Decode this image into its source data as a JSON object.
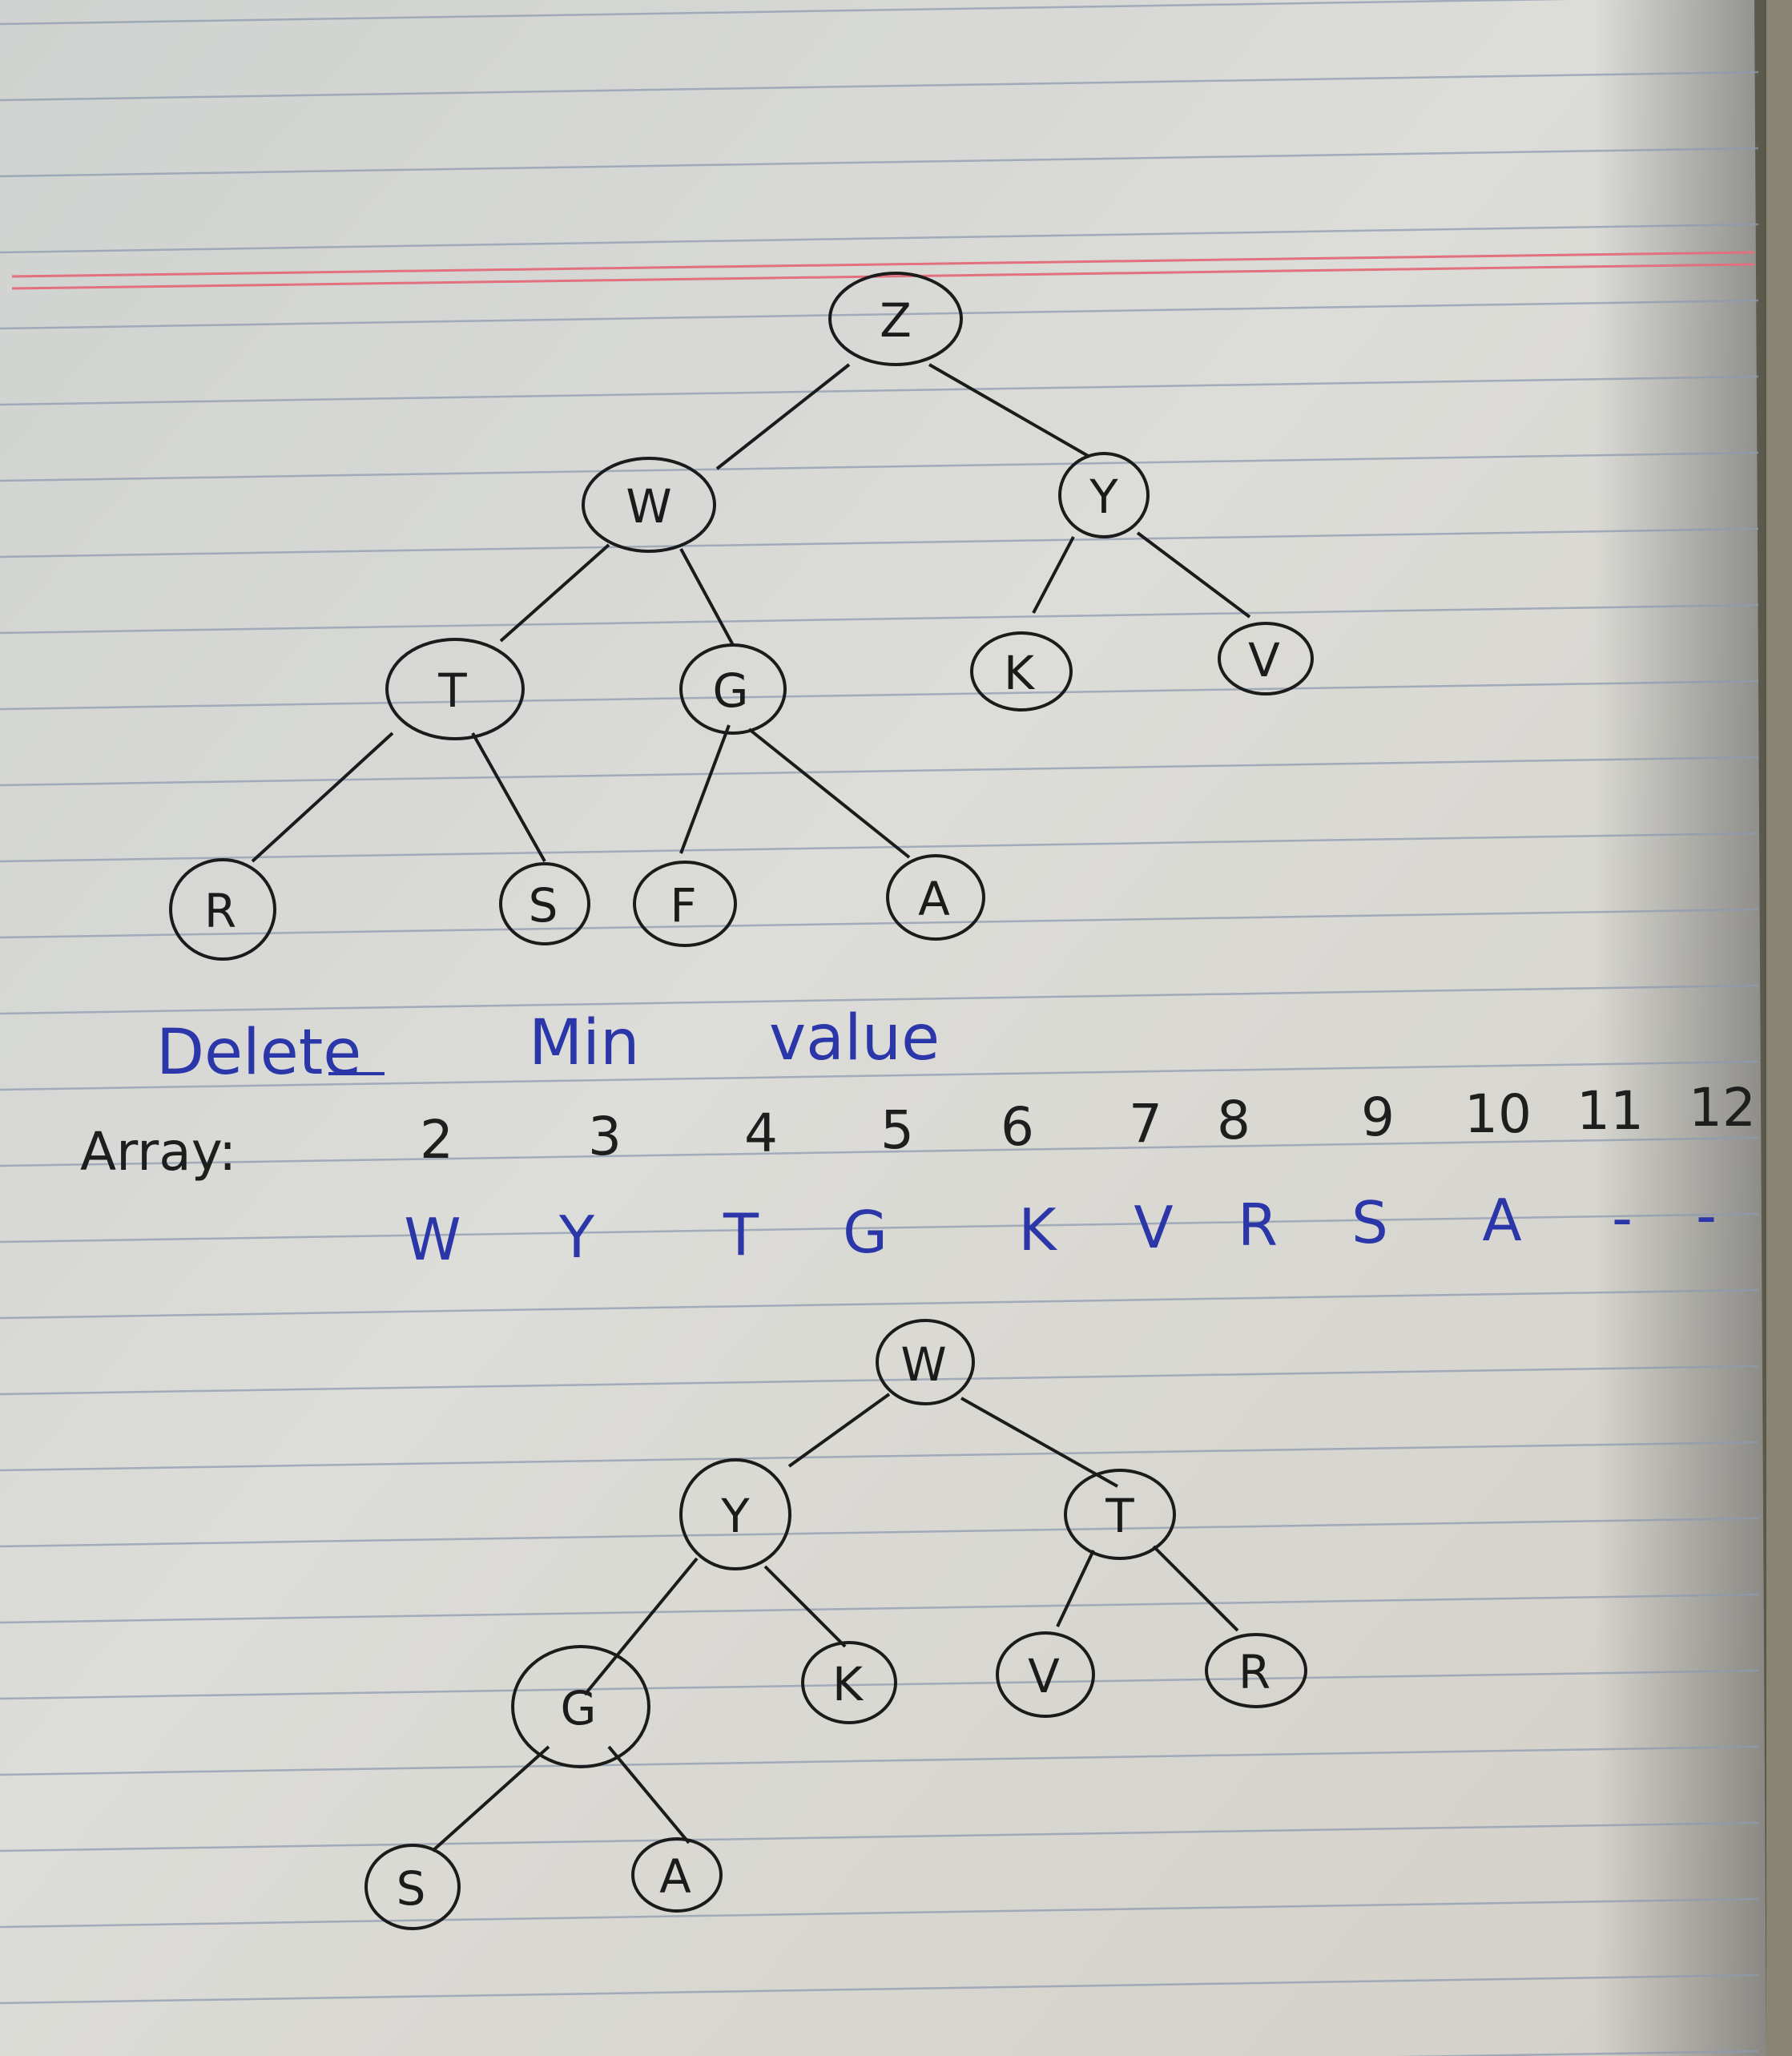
{
  "heading": {
    "word1": "Delete",
    "word2": "Min",
    "word3": "value"
  },
  "array_label": "Array:",
  "array": {
    "indices": [
      "2",
      "3",
      "4",
      "5",
      "6",
      "7",
      "8",
      "9",
      "10",
      "11",
      "12"
    ],
    "values": [
      "W",
      "Y",
      "T",
      "G",
      "K",
      "V",
      "R",
      "S",
      "A",
      "-",
      "-"
    ]
  },
  "tree_before": {
    "nodes": {
      "z": "Z",
      "w": "W",
      "y": "Y",
      "t": "T",
      "g": "G",
      "k": "K",
      "v": "V",
      "r": "R",
      "s": "S",
      "f": "F",
      "a": "A"
    }
  },
  "tree_after": {
    "nodes": {
      "w": "W",
      "y": "Y",
      "t": "T",
      "g": "G",
      "k": "K",
      "v": "V",
      "r": "R",
      "s": "S",
      "a": "A"
    }
  },
  "colors": {
    "paper": "#d9dad6",
    "rule_line": "#8e9bb0",
    "margin_line": "#e2707f",
    "ink": "#1b1b1b",
    "blue_ink": "#2b36a8"
  }
}
